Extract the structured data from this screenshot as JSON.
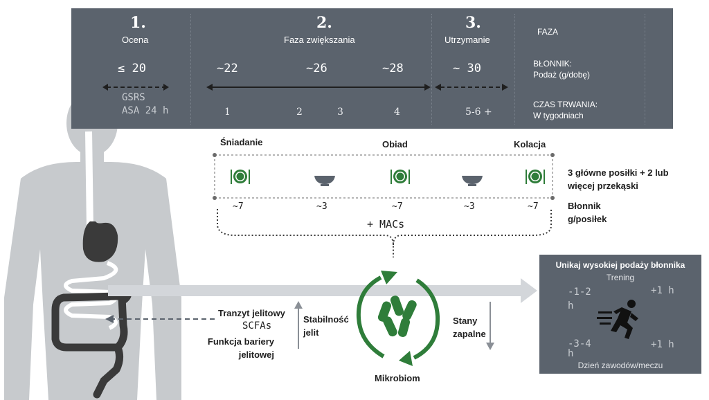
{
  "phases": [
    {
      "number": "1.",
      "label": "Ocena"
    },
    {
      "number": "2.",
      "label": "Faza zwiększania"
    },
    {
      "number": "3.",
      "label": "Utrzymanie"
    }
  ],
  "row_labels": {
    "faza": "FAZA",
    "fiber_title": "BŁONNIK:",
    "fiber_sub": "Podaż (g/dobę)",
    "duration_title": "CZAS TRWANIA:",
    "duration_sub": "W tygodniach"
  },
  "fiber_values": [
    "≤ 20",
    "~22",
    "~26",
    "~28",
    "~ 30"
  ],
  "assessment_tools": [
    "GSRS",
    "ASA 24 h"
  ],
  "weeks": [
    "1",
    "2",
    "3",
    "4",
    "5-6 +"
  ],
  "meals": {
    "titles": [
      "Śniadanie",
      "Obiad",
      "Kolacja"
    ],
    "fiber_per_meal": [
      "~7",
      "~3",
      "~7",
      "~3",
      "~7"
    ],
    "macs": "+ MACs",
    "side_main": "3 główne posiłki + 2 lub więcej przekąski",
    "side_fiber": "Błonnik g/posiłek"
  },
  "gut": {
    "transit": "Tranzyt jelitowy",
    "scfas": "SCFAs",
    "barrier": "Funkcja bariery jelitowej",
    "stability": "Stabilność jelit",
    "inflammation": "Stany zapalne",
    "microbiome": "Mikrobiom"
  },
  "training_box": {
    "title": "Unikaj wysokiej podaży błonnika",
    "training": "Trening",
    "t1": "-1-2 h",
    "t2": "+1 h",
    "t3": "-3-4 h",
    "t4": "+1 h",
    "event": "Dzień zawodów/meczu"
  },
  "colors": {
    "panel": "#5b636d",
    "green": "#2f7d3a",
    "body": "#c7cacd",
    "organ_dark": "#3a3a3a"
  }
}
